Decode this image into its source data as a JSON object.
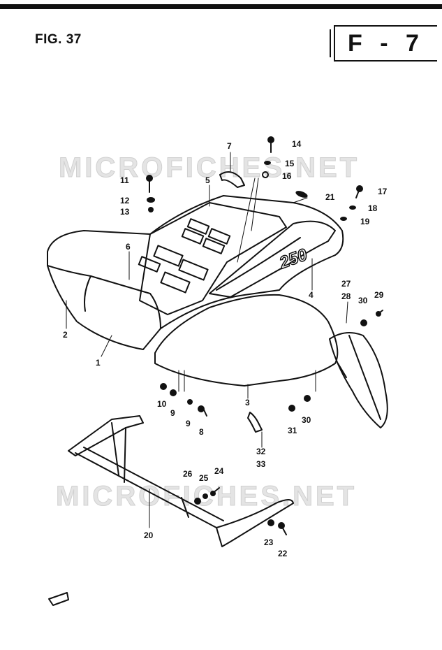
{
  "figure": {
    "title": "FIG. 37",
    "page_code": "F - 7"
  },
  "watermarks": [
    "MICROFICHES.NET",
    "MICROFICHES.NET"
  ],
  "decals": {
    "model_number": "250"
  },
  "callouts": [
    {
      "id": "c1",
      "label": "1"
    },
    {
      "id": "c2",
      "label": "2"
    },
    {
      "id": "c3",
      "label": "3"
    },
    {
      "id": "c4",
      "label": "4"
    },
    {
      "id": "c5",
      "label": "5"
    },
    {
      "id": "c6",
      "label": "6"
    },
    {
      "id": "c7",
      "label": "7"
    },
    {
      "id": "c8",
      "label": "8"
    },
    {
      "id": "c9a",
      "label": "9"
    },
    {
      "id": "c9b",
      "label": "9"
    },
    {
      "id": "c10",
      "label": "10"
    },
    {
      "id": "c11",
      "label": "11"
    },
    {
      "id": "c12",
      "label": "12"
    },
    {
      "id": "c13",
      "label": "13"
    },
    {
      "id": "c14",
      "label": "14"
    },
    {
      "id": "c15",
      "label": "15"
    },
    {
      "id": "c16",
      "label": "16"
    },
    {
      "id": "c17",
      "label": "17"
    },
    {
      "id": "c18",
      "label": "18"
    },
    {
      "id": "c19",
      "label": "19"
    },
    {
      "id": "c20",
      "label": "20"
    },
    {
      "id": "c21",
      "label": "21"
    },
    {
      "id": "c22",
      "label": "22"
    },
    {
      "id": "c23",
      "label": "23"
    },
    {
      "id": "c24",
      "label": "24"
    },
    {
      "id": "c25",
      "label": "25"
    },
    {
      "id": "c26",
      "label": "26"
    },
    {
      "id": "c27",
      "label": "27"
    },
    {
      "id": "c28",
      "label": "28"
    },
    {
      "id": "c29",
      "label": "29"
    },
    {
      "id": "c30a",
      "label": "30"
    },
    {
      "id": "c30b",
      "label": "30"
    },
    {
      "id": "c31",
      "label": "31"
    },
    {
      "id": "c32",
      "label": "32"
    },
    {
      "id": "c33",
      "label": "33"
    }
  ]
}
